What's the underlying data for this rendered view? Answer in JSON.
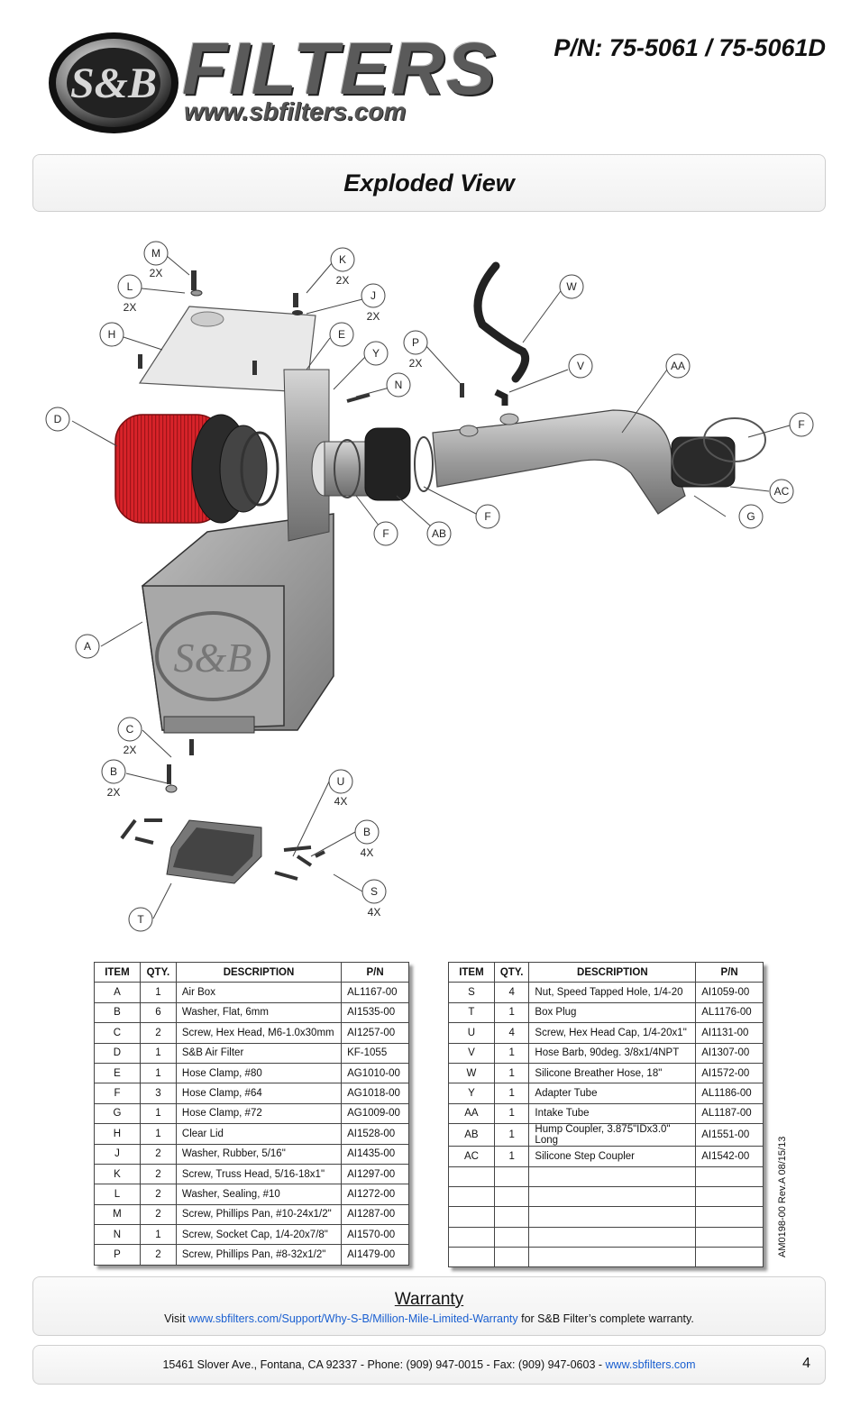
{
  "header": {
    "brand_logo_text": "S&B FILTERS",
    "brand_word": "FILTERS",
    "brand_url": "www.sbfilters.com",
    "part_number": "P/N: 75-5061 / 75-5061D"
  },
  "section_title": "Exploded View",
  "callouts": [
    {
      "label": "M",
      "qty": "2X"
    },
    {
      "label": "K",
      "qty": "2X"
    },
    {
      "label": "L",
      "qty": "2X"
    },
    {
      "label": "J",
      "qty": "2X"
    },
    {
      "label": "W",
      "qty": ""
    },
    {
      "label": "H",
      "qty": ""
    },
    {
      "label": "E",
      "qty": ""
    },
    {
      "label": "P",
      "qty": "2X"
    },
    {
      "label": "Y",
      "qty": ""
    },
    {
      "label": "V",
      "qty": ""
    },
    {
      "label": "AA",
      "qty": ""
    },
    {
      "label": "N",
      "qty": ""
    },
    {
      "label": "D",
      "qty": ""
    },
    {
      "label": "F",
      "qty": ""
    },
    {
      "label": "AC",
      "qty": ""
    },
    {
      "label": "F",
      "qty": ""
    },
    {
      "label": "G",
      "qty": ""
    },
    {
      "label": "F",
      "qty": ""
    },
    {
      "label": "AB",
      "qty": ""
    },
    {
      "label": "A",
      "qty": ""
    },
    {
      "label": "C",
      "qty": "2X"
    },
    {
      "label": "B",
      "qty": "2X"
    },
    {
      "label": "U",
      "qty": "4X"
    },
    {
      "label": "B",
      "qty": "4X"
    },
    {
      "label": "S",
      "qty": "4X"
    },
    {
      "label": "T",
      "qty": ""
    }
  ],
  "table_headers": {
    "item": "ITEM",
    "qty": "QTY.",
    "description": "DESCRIPTION",
    "pn": "P/N"
  },
  "parts_left": [
    {
      "item": "A",
      "qty": "1",
      "description": "Air Box",
      "pn": "AL1167-00"
    },
    {
      "item": "B",
      "qty": "6",
      "description": "Washer, Flat, 6mm",
      "pn": "AI1535-00"
    },
    {
      "item": "C",
      "qty": "2",
      "description": "Screw, Hex Head, M6-1.0x30mm",
      "pn": "AI1257-00"
    },
    {
      "item": "D",
      "qty": "1",
      "description": "S&B Air Filter",
      "pn": "KF-1055"
    },
    {
      "item": "E",
      "qty": "1",
      "description": "Hose Clamp, #80",
      "pn": "AG1010-00"
    },
    {
      "item": "F",
      "qty": "3",
      "description": "Hose Clamp, #64",
      "pn": "AG1018-00"
    },
    {
      "item": "G",
      "qty": "1",
      "description": "Hose Clamp, #72",
      "pn": "AG1009-00"
    },
    {
      "item": "H",
      "qty": "1",
      "description": "Clear Lid",
      "pn": "AI1528-00"
    },
    {
      "item": "J",
      "qty": "2",
      "description": "Washer, Rubber, 5/16\"",
      "pn": "AI1435-00"
    },
    {
      "item": "K",
      "qty": "2",
      "description": "Screw, Truss Head, 5/16-18x1\"",
      "pn": "AI1297-00"
    },
    {
      "item": "L",
      "qty": "2",
      "description": "Washer, Sealing, #10",
      "pn": "AI1272-00"
    },
    {
      "item": "M",
      "qty": "2",
      "description": "Screw, Phillips Pan, #10-24x1/2\"",
      "pn": "AI1287-00"
    },
    {
      "item": "N",
      "qty": "1",
      "description": "Screw, Socket Cap, 1/4-20x7/8\"",
      "pn": "AI1570-00"
    },
    {
      "item": "P",
      "qty": "2",
      "description": "Screw, Phillips Pan, #8-32x1/2\"",
      "pn": "AI1479-00"
    }
  ],
  "parts_right": [
    {
      "item": "S",
      "qty": "4",
      "description": "Nut, Speed Tapped Hole, 1/4-20",
      "pn": "AI1059-00"
    },
    {
      "item": "T",
      "qty": "1",
      "description": "Box Plug",
      "pn": "AL1176-00"
    },
    {
      "item": "U",
      "qty": "4",
      "description": "Screw, Hex Head Cap, 1/4-20x1\"",
      "pn": "AI1131-00"
    },
    {
      "item": "V",
      "qty": "1",
      "description": "Hose Barb, 90deg. 3/8x1/4NPT",
      "pn": "AI1307-00"
    },
    {
      "item": "W",
      "qty": "1",
      "description": "Silicone Breather Hose, 18\"",
      "pn": "AI1572-00"
    },
    {
      "item": "Y",
      "qty": "1",
      "description": "Adapter Tube",
      "pn": "AL1186-00"
    },
    {
      "item": "AA",
      "qty": "1",
      "description": "Intake Tube",
      "pn": "AL1187-00"
    },
    {
      "item": "AB",
      "qty": "1",
      "description": "Hump Coupler, 3.875\"IDx3.0\" Long",
      "pn": "AI1551-00"
    },
    {
      "item": "AC",
      "qty": "1",
      "description": "Silicone Step Coupler",
      "pn": "AI1542-00"
    },
    {
      "item": "",
      "qty": "",
      "description": "",
      "pn": ""
    },
    {
      "item": "",
      "qty": "",
      "description": "",
      "pn": ""
    },
    {
      "item": "",
      "qty": "",
      "description": "",
      "pn": ""
    },
    {
      "item": "",
      "qty": "",
      "description": "",
      "pn": ""
    },
    {
      "item": "",
      "qty": "",
      "description": "",
      "pn": ""
    }
  ],
  "revision": "AM0198-00 Rev.A 08/15/13",
  "warranty": {
    "title": "Warranty",
    "prefix": "Visit ",
    "link": "www.sbfilters.com/Support/Why-S-B/Million-Mile-Limited-Warranty",
    "suffix": " for S&B Filter’s complete warranty."
  },
  "footer": {
    "address": "15461 Slover Ave., Fontana, CA 92337 - Phone: (909) 947-0015 - Fax: (909) 947-0603 - ",
    "link": "www.sbfilters.com",
    "page_number": "4"
  },
  "colors": {
    "filter_red": "#d8232a",
    "link_blue": "#1a5fd0",
    "panel_border": "#cfcfcf"
  }
}
